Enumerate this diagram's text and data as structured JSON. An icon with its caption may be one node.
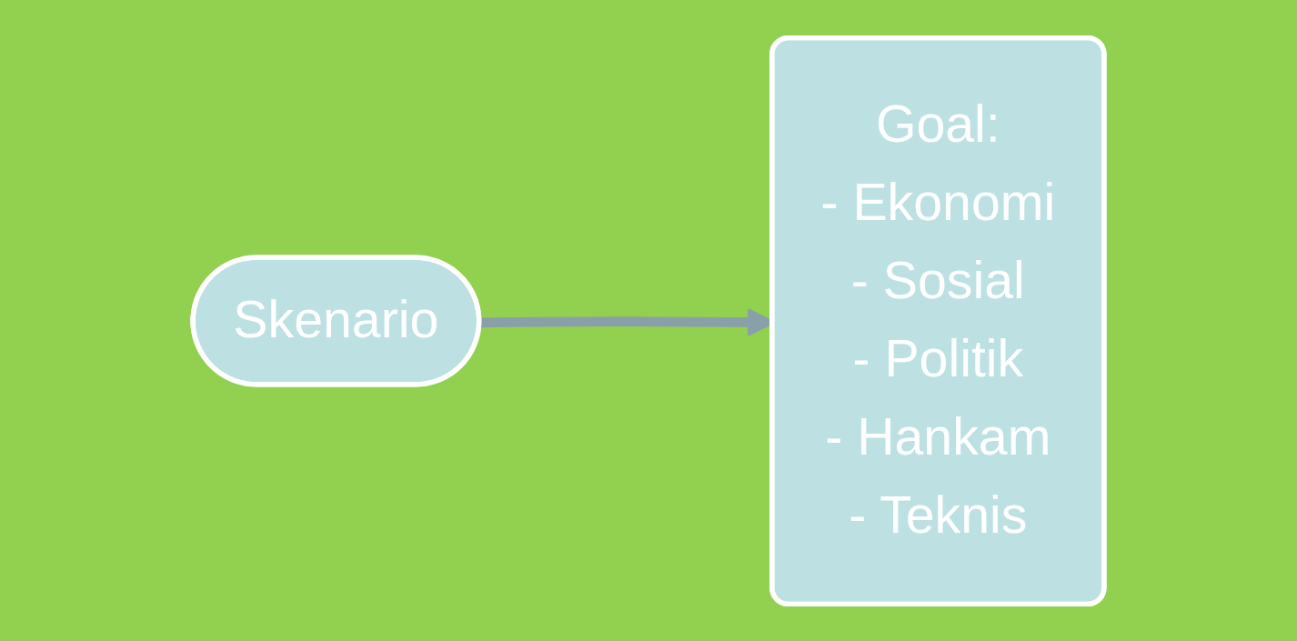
{
  "diagram": {
    "nodes": [
      {
        "text": [
          "Skenario"
        ]
      },
      {
        "text": [
          "Goal:",
          "- Ekonomi",
          "- Sosial",
          "- Politik",
          "- Hankam",
          "- Teknis"
        ]
      }
    ],
    "edges": [
      {
        "from": 0,
        "to": 1,
        "arrow": "to"
      }
    ]
  }
}
